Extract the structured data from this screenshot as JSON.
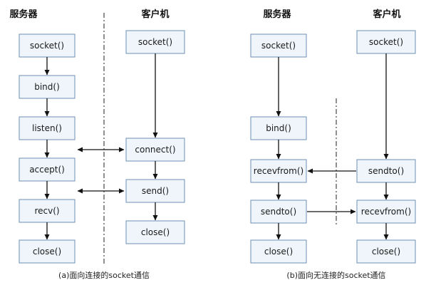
{
  "diagram_a": {
    "server_header": "服务器",
    "client_header": "客户机",
    "server_steps": [
      "socket()",
      "bind()",
      "listen()",
      "accept()",
      "recv()",
      "close()"
    ],
    "client_steps": [
      "socket()",
      "connect()",
      "send()",
      "close()"
    ],
    "caption": "(a)面向连接的socket通信"
  },
  "diagram_b": {
    "server_header": "服务器",
    "client_header": "客户机",
    "server_steps": [
      "socket()",
      "bind()",
      "recevfrom()",
      "sendto()",
      "close()"
    ],
    "client_steps": [
      "socket()",
      "sendto()",
      "recevfrom()",
      "close()"
    ],
    "caption": "(b)面向无连接的socket通信"
  }
}
